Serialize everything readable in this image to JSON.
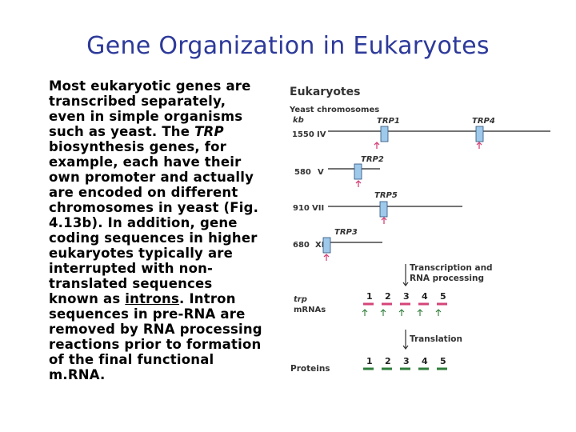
{
  "slide": {
    "title": "Gene Organization in Eukaryotes",
    "body": {
      "p1": "Most eukaryotic genes are transcribed separately, even in simple organisms such as yeast. The ",
      "trp_italic": "TRP",
      "p2": " biosynthesis genes, for example, each have their own promoter and actually are encoded on different chromosomes in yeast (Fig. 4.13b). In addition, gene coding sequences in higher eukaryotes typically are interrupted with non-translated sequences known as ",
      "introns_underlined": "introns",
      "p3": ". Intron sequences in pre-RNA are removed by RNA processing reactions prior to formation of the final functional m.RNA."
    }
  },
  "figure": {
    "heading": "Eukaryotes",
    "subheading": "Yeast chromosomes",
    "kb_label": "kb",
    "chromosomes": [
      {
        "size_kb": "1550",
        "name": "IV"
      },
      {
        "size_kb": "580",
        "name": "V"
      },
      {
        "size_kb": "910",
        "name": "VII"
      },
      {
        "size_kb": "680",
        "name": "XI"
      }
    ],
    "genes": [
      "TRP1",
      "TRP4",
      "TRP2",
      "TRP5",
      "TRP3"
    ],
    "step1_label_line1": "Transcription and",
    "step1_label_line2": "RNA processing",
    "mrna_label_line1": "trp",
    "mrna_label_line2": "mRNAs",
    "step2_label": "Translation",
    "proteins_label": "Proteins",
    "mrna_numbers": [
      "1",
      "2",
      "3",
      "4",
      "5"
    ],
    "protein_numbers": [
      "1",
      "2",
      "3",
      "4",
      "5"
    ],
    "colors": {
      "title": "#2d3a9a",
      "gene_box": "#9ec9ea",
      "promoter_arrow": "#d4457a",
      "mrna_dash": "#d4457a",
      "protein_dash": "#2e7d3a",
      "figure_text": "#333333"
    }
  }
}
